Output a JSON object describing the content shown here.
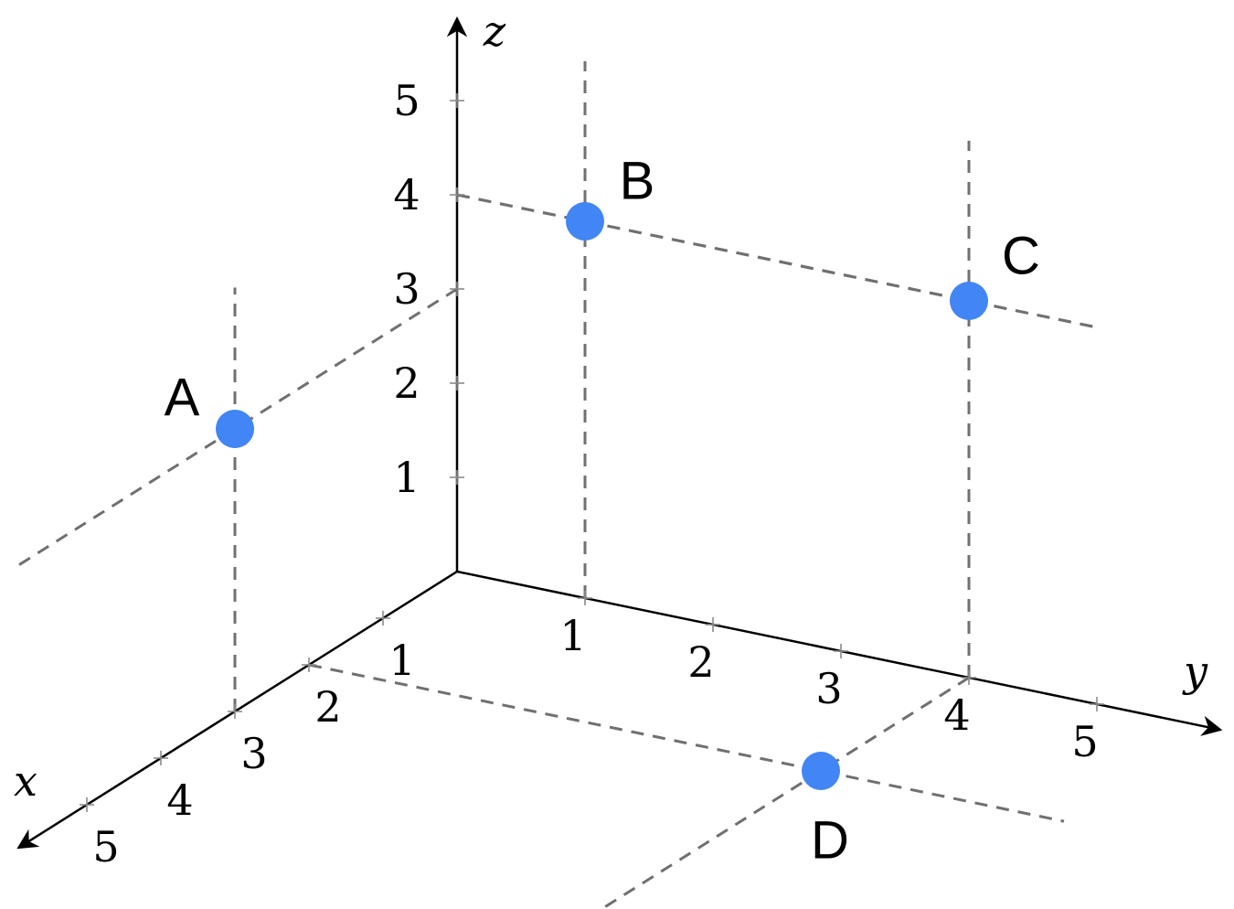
{
  "axes": {
    "x": {
      "name": "x",
      "ticks": [
        "1",
        "2",
        "3",
        "4",
        "5"
      ]
    },
    "y": {
      "name": "y",
      "ticks": [
        "1",
        "2",
        "3",
        "4",
        "5"
      ]
    },
    "z": {
      "name": "z",
      "ticks": [
        "1",
        "2",
        "3",
        "4",
        "5"
      ]
    }
  },
  "points": [
    {
      "label": "A",
      "x": 3,
      "y": 0,
      "z": 3
    },
    {
      "label": "B",
      "x": 0,
      "y": 1,
      "z": 4
    },
    {
      "label": "C",
      "x": 0,
      "y": 4,
      "z": 4
    },
    {
      "label": "D",
      "x": 2,
      "y": 4,
      "z": 0
    }
  ],
  "colors": {
    "point": "#4285f4",
    "axis": "#000000",
    "guide": "#707070",
    "tick": "#8a8a8a"
  }
}
